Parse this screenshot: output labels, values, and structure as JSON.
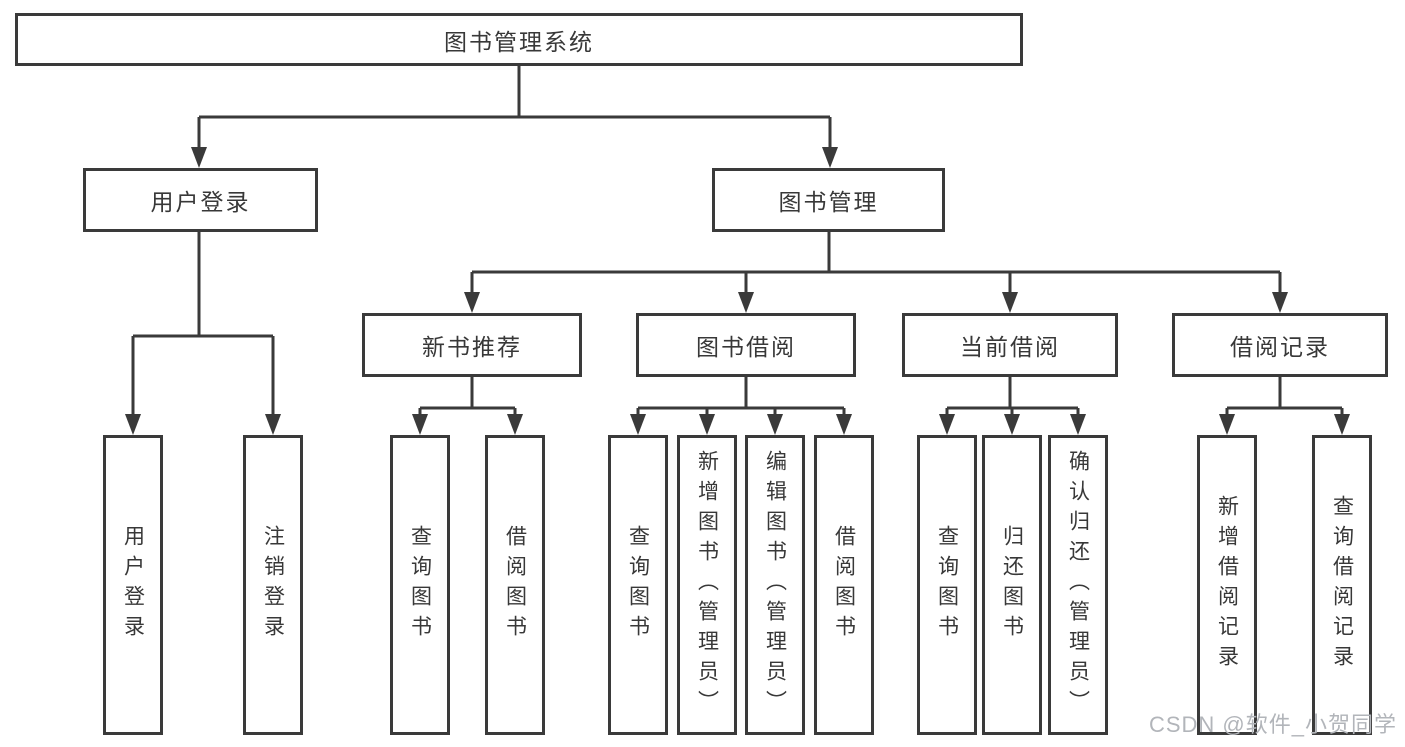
{
  "diagram": {
    "type": "hierarchy-tree",
    "colors": {
      "line": "#3a3a3a",
      "box_border": "#3a3a3a",
      "box_background": "#ffffff",
      "text": "#383838",
      "watermark": "#b2b5ba",
      "background": "#ffffff"
    },
    "root": {
      "label": "图书管理系统",
      "children": [
        {
          "label": "用户登录",
          "children": [
            {
              "label": "用户登录"
            },
            {
              "label": "注销登录"
            }
          ]
        },
        {
          "label": "图书管理",
          "children": [
            {
              "label": "新书推荐",
              "children": [
                {
                  "label": "查询图书"
                },
                {
                  "label": "借阅图书"
                }
              ]
            },
            {
              "label": "图书借阅",
              "children": [
                {
                  "label": "查询图书"
                },
                {
                  "label": "新增图书（管理员）"
                },
                {
                  "label": "编辑图书（管理员）"
                },
                {
                  "label": "借阅图书"
                }
              ]
            },
            {
              "label": "当前借阅",
              "children": [
                {
                  "label": "查询图书"
                },
                {
                  "label": "归还图书"
                },
                {
                  "label": "确认归还（管理员）"
                }
              ]
            },
            {
              "label": "借阅记录",
              "children": [
                {
                  "label": "新增借阅记录"
                },
                {
                  "label": "查询借阅记录"
                }
              ]
            }
          ]
        }
      ]
    },
    "watermark": "CSDN @软件_小贺同学"
  }
}
